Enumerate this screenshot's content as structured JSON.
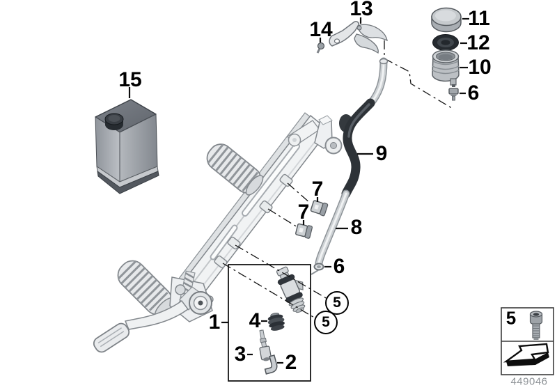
{
  "diagram": {
    "number": "449046",
    "callouts": {
      "c1": "1",
      "c2": "2",
      "c3": "3",
      "c4": "4",
      "c5_upper": "5",
      "c5_lower": "5",
      "c6_reservoir": "6",
      "c6_hose": "6",
      "c7_upper": "7",
      "c7_lower": "7",
      "c8": "8",
      "c9": "9",
      "c10": "10",
      "c11": "11",
      "c12": "12",
      "c13": "13",
      "c14": "14",
      "c15": "15"
    },
    "legend": {
      "part_number": "5",
      "screw_icon": "socket-head-screw-icon",
      "arrow_icon": "direction-of-travel-arrow-icon"
    },
    "colors": {
      "label_text": "#000000",
      "leader_line": "#141414",
      "part_fill": "#f0f2f3",
      "part_outline": "#7d8287",
      "dark_hose": "#2d3237",
      "diagram_number_text": "#8d9296"
    }
  }
}
